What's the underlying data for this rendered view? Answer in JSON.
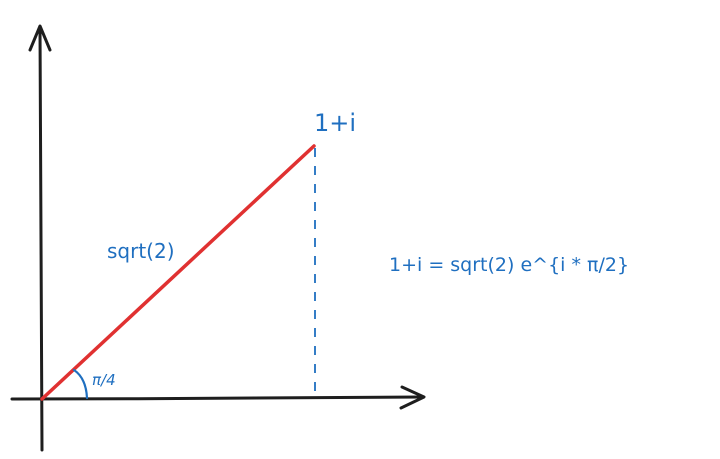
{
  "labels": {
    "point": "1+i",
    "hypotenuse": "sqrt(2)",
    "angle": "π/4",
    "equation": "1+i = sqrt(2) e^{i * π/2}"
  },
  "colors": {
    "axis": "#1e1e1e",
    "vector": "#e03131",
    "annotation": "#1f6fc0",
    "background": "#ffffff"
  }
}
